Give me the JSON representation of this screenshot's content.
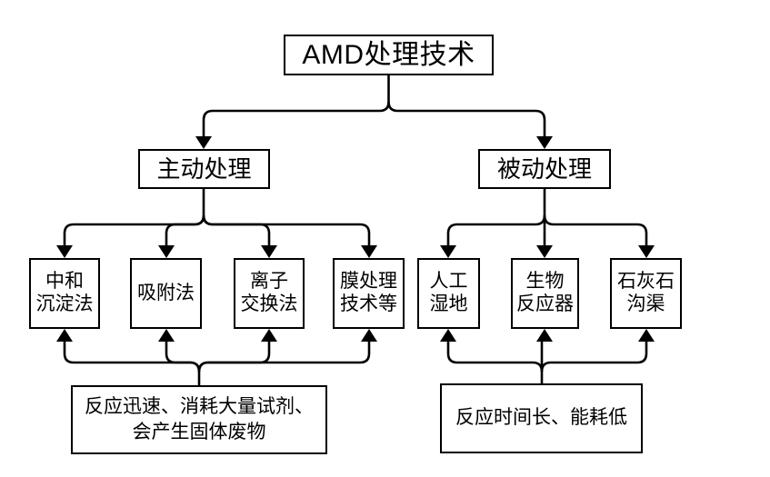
{
  "diagram": {
    "title": "AMD处理技术",
    "type": "tree-flowchart",
    "orientation": "top-down",
    "colors": {
      "stroke": "#000000",
      "fill": "#ffffff",
      "text": "#000000"
    },
    "root": {
      "label": "AMD处理技术"
    },
    "branches": [
      {
        "label": "主动处理",
        "children": [
          {
            "label": "中和\n沉淀法"
          },
          {
            "label": "吸附法"
          },
          {
            "label": "离子\n交换法"
          },
          {
            "label": "膜处理\n技术等"
          }
        ],
        "note": "反应迅速、消耗大量试剂、\n会产生固体废物"
      },
      {
        "label": "被动处理",
        "children": [
          {
            "label": "人工\n湿地"
          },
          {
            "label": "生物\n反应器"
          },
          {
            "label": "石灰石\n沟渠"
          }
        ],
        "note": "反应时间长、能耗低"
      }
    ]
  }
}
